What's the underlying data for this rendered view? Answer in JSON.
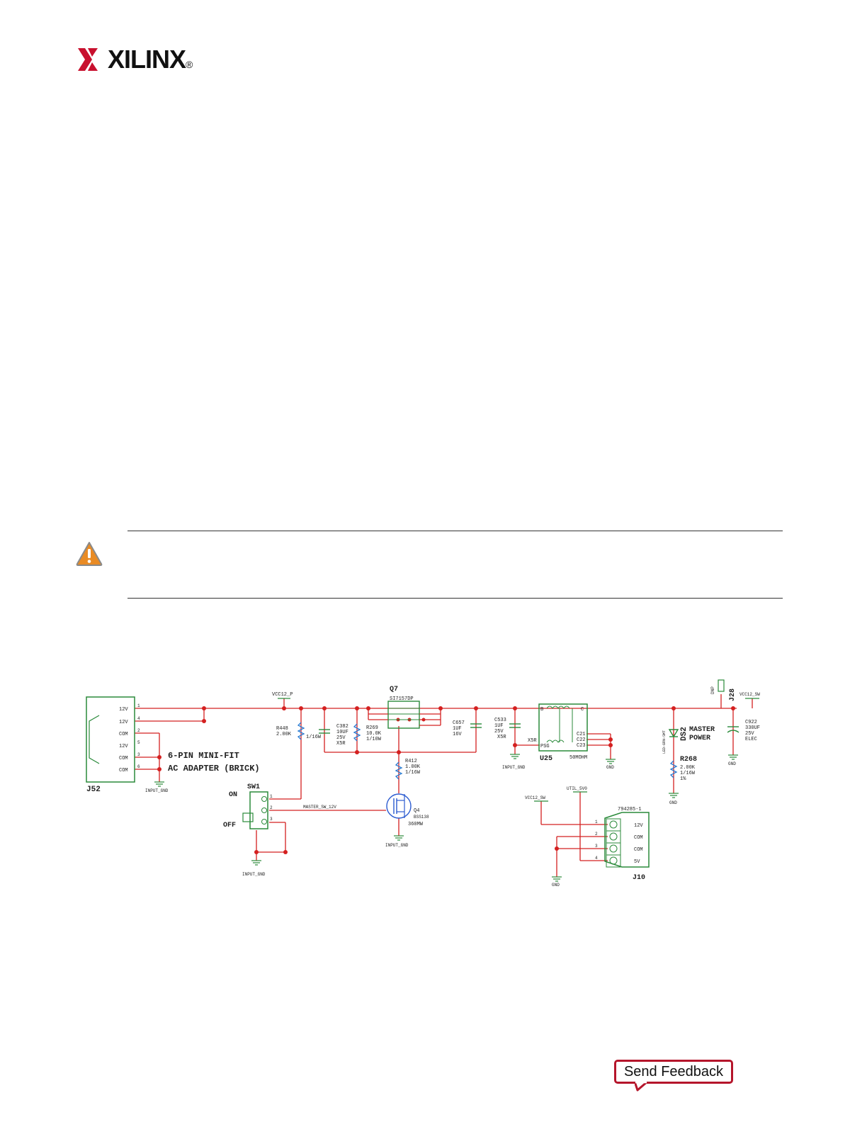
{
  "header": {
    "logo_text": "XILINX",
    "registered_mark": "®"
  },
  "caution": {
    "icon": "caution-icon"
  },
  "schematic": {
    "J52": {
      "ref": "J52",
      "pins": [
        {
          "label": "12V",
          "num": "1"
        },
        {
          "label": "12V",
          "num": "4"
        },
        {
          "label": "COM",
          "num": "2"
        },
        {
          "label": "12V",
          "num": "5"
        },
        {
          "label": "COM",
          "num": "3"
        },
        {
          "label": "COM",
          "num": "6"
        }
      ],
      "title_line1": "6-PIN MINI-FIT",
      "title_line2": "AC ADAPTER (BRICK)",
      "gnd": "INPUT_GND"
    },
    "vcc12_p": "VCC12_P",
    "R448": {
      "ref": "R448",
      "value": "2.00K",
      "rating": "1/16W"
    },
    "C382": {
      "ref": "C382",
      "v1": "10UF",
      "v2": "25V",
      "v3": "X5R"
    },
    "R269": {
      "ref": "R269",
      "v1": "10.0K",
      "v2": "1/10W"
    },
    "Q7": {
      "ref": "Q7",
      "part": "SI7157DP"
    },
    "C657": {
      "ref": "C657",
      "v1": "1UF",
      "v2": "16V"
    },
    "C533": {
      "ref": "C533",
      "v1": "1UF",
      "v2": "25V",
      "v3": "X5R"
    },
    "U25": {
      "ref": "U25",
      "value": "50MOHM",
      "x5r": "X5R",
      "pin_b": "B",
      "pin_c": "C",
      "pin_psg": "PSG",
      "pins_c": [
        "C21",
        "C22",
        "C23"
      ]
    },
    "input_gnd_1": "INPUT_GND",
    "gnd_1": "GND",
    "DS2": {
      "ref": "DS2",
      "part": "LED-GRN-SMT",
      "label1": "MASTER",
      "label2": "POWER"
    },
    "R268": {
      "ref": "R268",
      "v1": "2.00K",
      "v2": "1/16W",
      "v3": "1%"
    },
    "gnd_2": "GND",
    "J28": {
      "ref": "J28",
      "dnp": "DNP"
    },
    "vcc12_sw": "VCC12_SW",
    "C922": {
      "ref": "C922",
      "v1": "330UF",
      "v2": "25V",
      "v3": "ELEC"
    },
    "gnd_3": "GND",
    "R412": {
      "ref": "R412",
      "v1": "1.00K",
      "v2": "1/16W"
    },
    "Q4": {
      "ref": "Q4",
      "part": "BSS138",
      "power": "360MW"
    },
    "input_gnd_2": "INPUT_GND",
    "SW1": {
      "ref": "SW1",
      "on": "ON",
      "off": "OFF",
      "pins": [
        "1",
        "2",
        "3"
      ]
    },
    "master_sw": "MASTER_SW_12V",
    "input_gnd_3": "INPUT_GND",
    "vcc12_sw_2": "VCC12_SW",
    "util_5v0": "UTIL_5V0",
    "J10": {
      "ref": "J10",
      "part": "794285-1",
      "pins": [
        {
          "num": "1",
          "label": "12V"
        },
        {
          "num": "2",
          "label": "COM"
        },
        {
          "num": "3",
          "label": "COM"
        },
        {
          "num": "4",
          "label": "5V"
        }
      ]
    },
    "gnd_4": "GND"
  },
  "feedback": {
    "label": "Send Feedback"
  },
  "colors": {
    "wire": "#d42020",
    "component": "#2a8a3a",
    "text": "#222222",
    "accent": "#b5152b",
    "caution": "#e98b24"
  }
}
